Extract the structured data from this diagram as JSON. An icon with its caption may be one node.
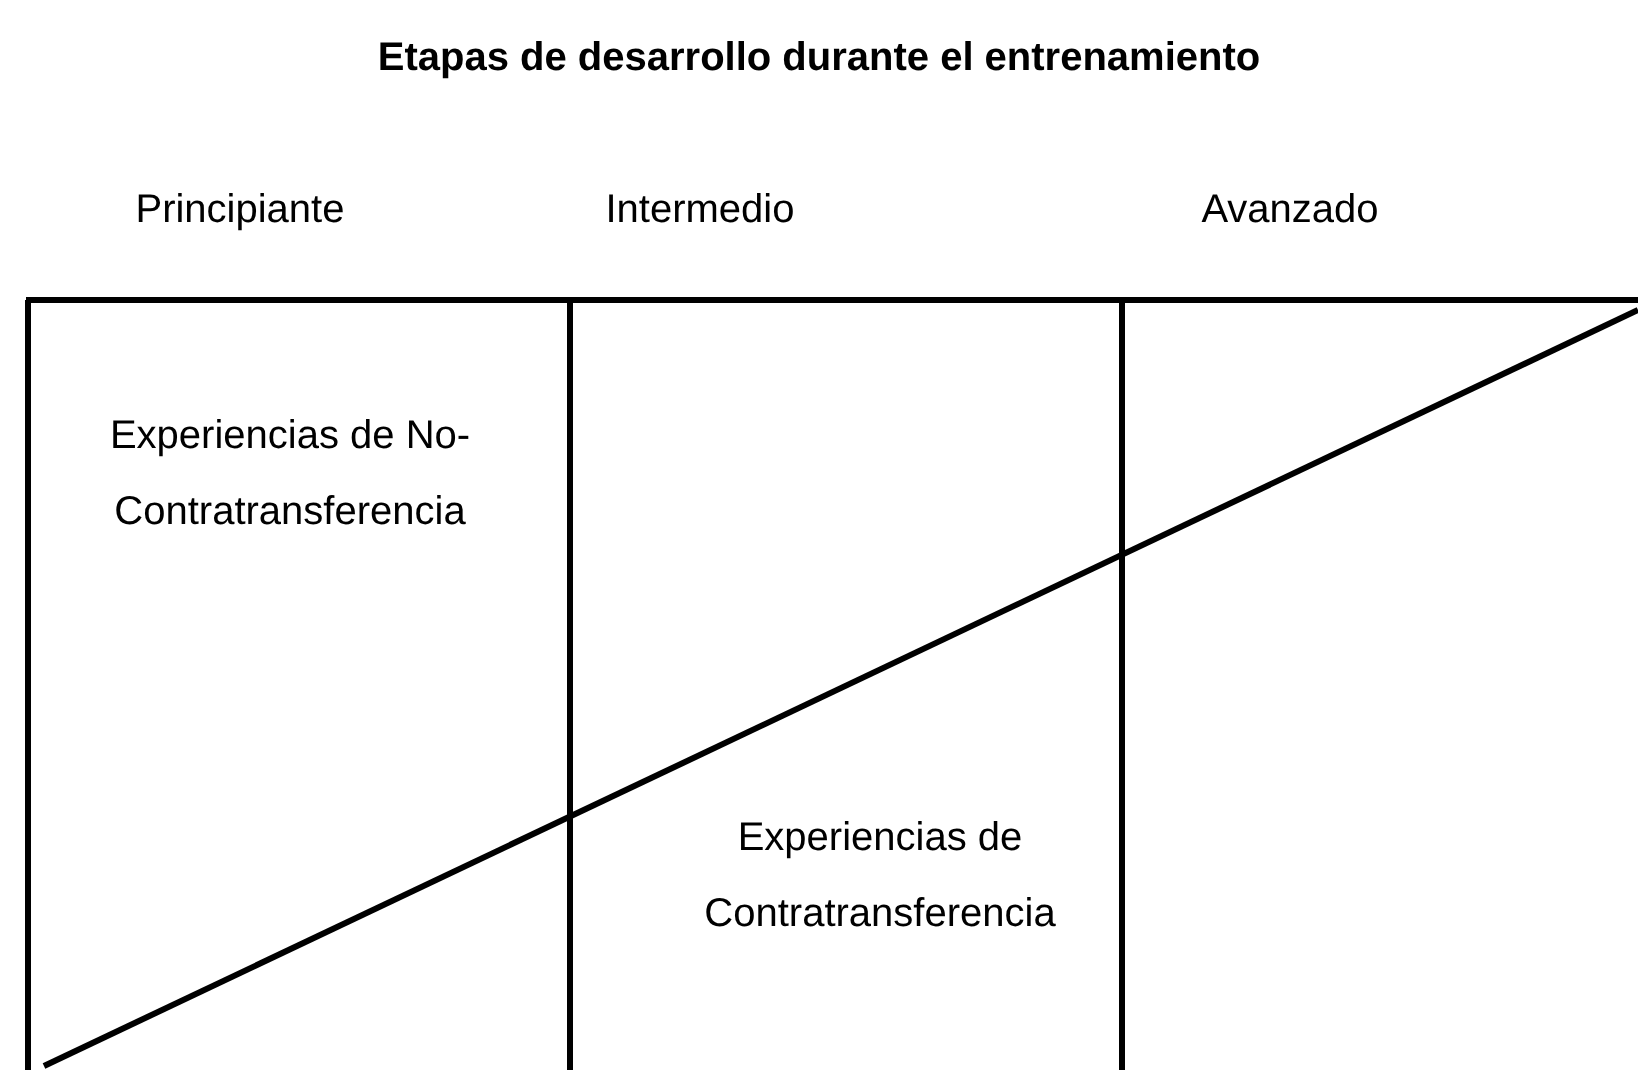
{
  "diagram": {
    "title": "Etapas de desarrollo durante el entrenamiento",
    "labels": [
      "Principiante",
      "Intermedio",
      "Avanzado",
      "Experiencias de No-Contratransferencia",
      "Experiencias de Contratransferencia"
    ]
  }
}
